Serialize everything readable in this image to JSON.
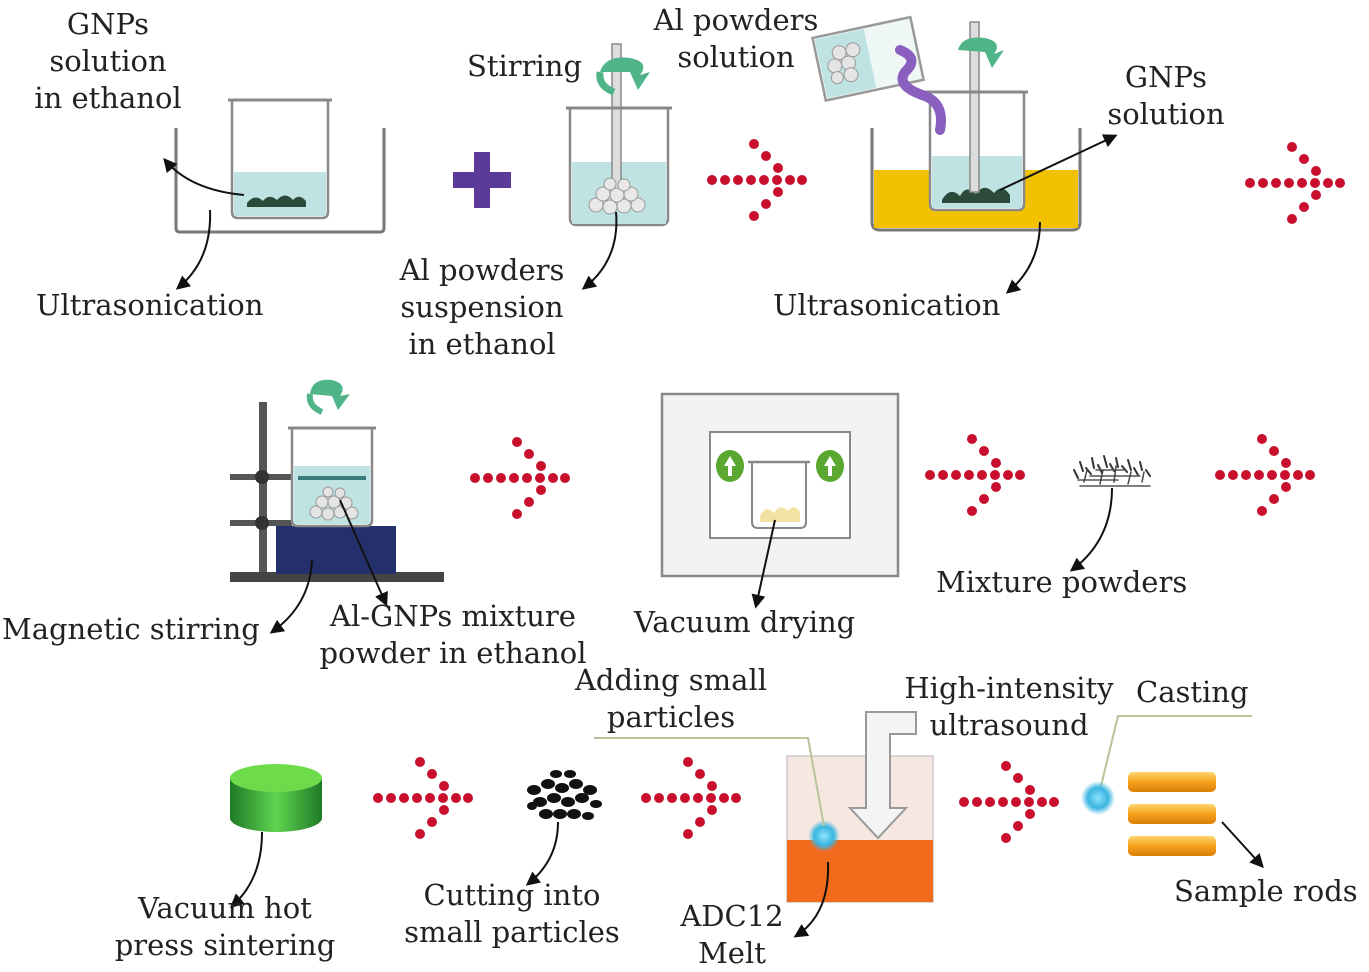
{
  "labels": {
    "gnps_solution_ethanol": [
      "GNPs",
      "solution",
      "in ethanol"
    ],
    "ultrasonication_1": "Ultrasonication",
    "stirring": "Stirring",
    "al_powders_suspension": [
      "Al powders",
      "suspension",
      "in ethanol"
    ],
    "al_powders_solution": [
      "Al powders",
      "solution"
    ],
    "gnps_solution": [
      "GNPs",
      "solution"
    ],
    "ultrasonication_2": "Ultrasonication",
    "magnetic_stirring": "Magnetic stirring",
    "al_gnps_mixture": [
      "Al-GNPs mixture",
      "powder in ethanol"
    ],
    "vacuum_drying": "Vacuum drying",
    "mixture_powders": "Mixture powders",
    "adding_small_particles": [
      "Adding small",
      "particles"
    ],
    "high_intensity_ultrasound": [
      "High-intensity",
      "ultrasound"
    ],
    "casting": "Casting",
    "vacuum_hot_press": [
      "Vacuum hot",
      "press sintering"
    ],
    "cutting_small_particles": [
      "Cutting into",
      "small particles"
    ],
    "adc12_melt": [
      "ADC12",
      "Melt"
    ],
    "sample_rods": "Sample rods"
  },
  "colors": {
    "arrow_dots": "#c8102e",
    "plus_sign": "#5b3a9a",
    "ethanol_liquid": "#bfe3e3",
    "ultrasonic_bath": "#f2c200",
    "magnetic_base": "#24306b",
    "green_cylinder": "#33a63a",
    "melt": "#f26a1b",
    "sample_rod": "#f4a21c",
    "ultrasound_point": "#3ab6e0",
    "rotation_arrow": "#4fb488"
  }
}
